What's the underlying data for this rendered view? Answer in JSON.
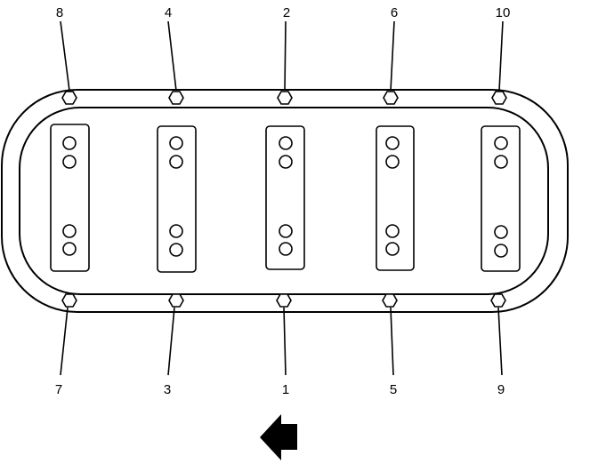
{
  "diagram": {
    "top_row_labels": [
      "8",
      "4",
      "2",
      "6",
      "10"
    ],
    "bottom_row_labels": [
      "7",
      "3",
      "1",
      "5",
      "9"
    ],
    "direction_arrow": "left-arrow-icon"
  }
}
